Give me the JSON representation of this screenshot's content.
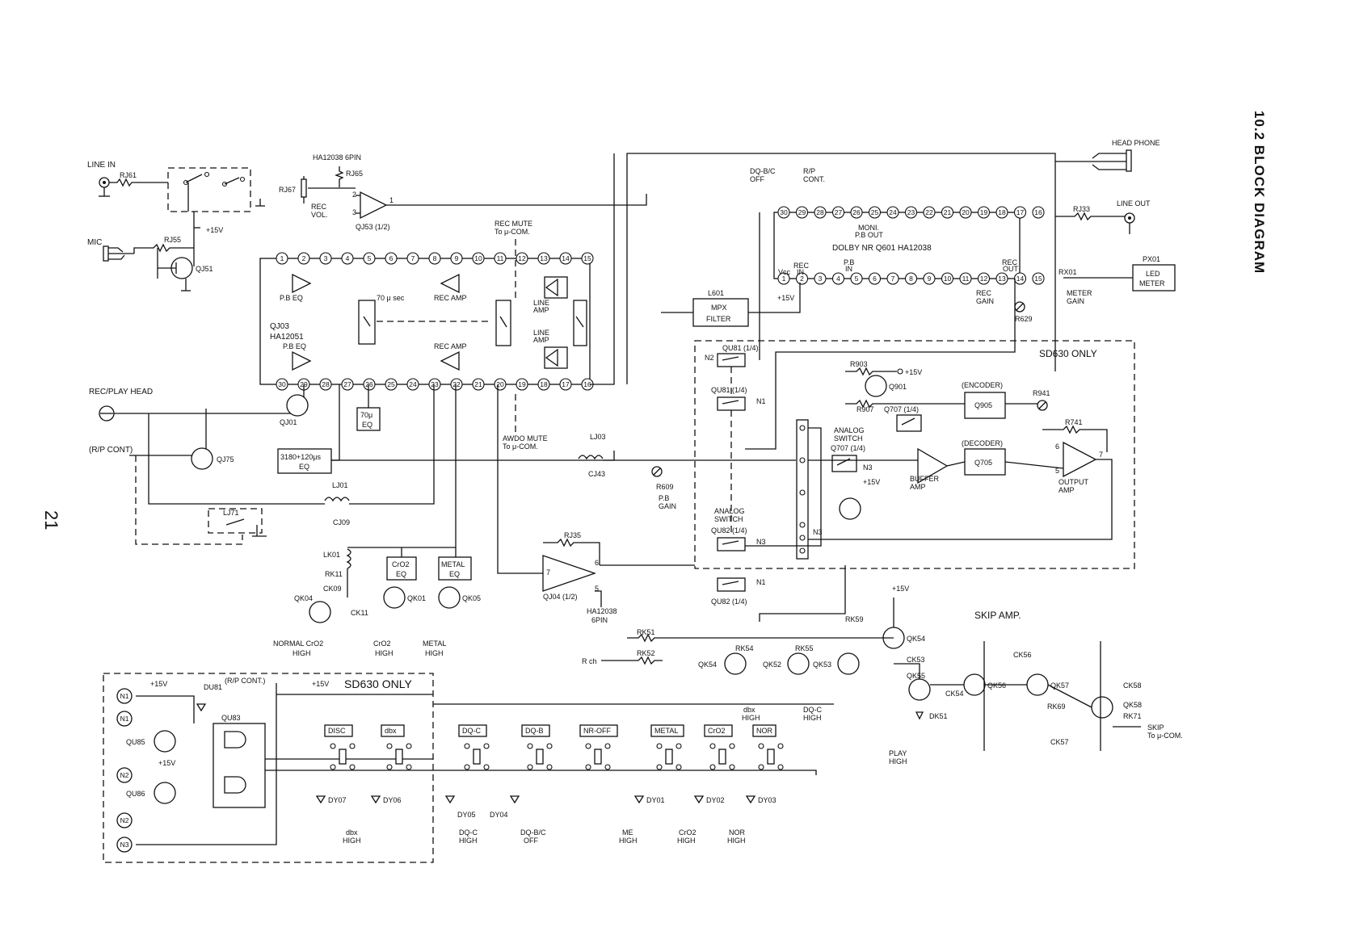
{
  "page": {
    "title": "10.2 BLOCK DIAGRAM",
    "number": "21"
  },
  "connectors": {
    "line_in": "LINE IN",
    "mic": "MIC",
    "rec_play_head": "REC/PLAY HEAD",
    "rp_cont": "(R/P CONT)",
    "head_phone": "HEAD PHONE",
    "line_out": "LINE OUT",
    "r_ch": "R ch",
    "skip": "SKIP",
    "skip_to": "To μ-COM."
  },
  "ics": {
    "qj53_part": "HA12038 6PIN",
    "qj53": "QJ53 (1/2)",
    "qj03": "QJ03",
    "qj03_part": "HA12051",
    "dolby": "DOLBY NR    Q601 HA12038",
    "qj04": "QJ04 (1/2)",
    "qj04_part": "HA12038",
    "qj04_pins": "6PIN",
    "qu83": "QU83"
  },
  "blocks": {
    "pb_eq": "P.B EQ",
    "rec_amp": "REC AMP",
    "line_amp": "LINE",
    "amp": "AMP",
    "seventy_usec": "70 μ sec",
    "seventy_u": "70μ",
    "eq": "EQ",
    "eq_3180": "3180+120μs",
    "mpx_ref": "L601",
    "mpx": "MPX",
    "filter": "FILTER",
    "px01": "PX01",
    "led": "LED",
    "meter": "METER",
    "encoder": "(ENCODER)",
    "q905": "Q905",
    "decoder": "(DECODER)",
    "q705": "Q705",
    "cro2_eq": "CrO2",
    "metal_eq": "METAL"
  },
  "notes": {
    "rec_mute": "REC MUTE",
    "to_ucom": "To μ-COM.",
    "awdo_mute": "AWDO MUTE",
    "rec_vol": "REC",
    "vol": "VOL.",
    "dq_bc": "DQ-B/C",
    "off": "OFF",
    "rp": "R/P",
    "cont": "CONT.",
    "moni": "MONI.",
    "pb_out": "P.B OUT",
    "vcc": "Vcc",
    "rec_in": "REC",
    "in": "IN",
    "pb_in": "P.B",
    "rec_out": "REC",
    "out": "OUT",
    "rec_gain": "REC",
    "gain": "GAIN",
    "meter_gain": "METER",
    "pb_gain": "P.B",
    "sd630_only": "SD630 ONLY",
    "sd630_only_2": "SD630  ONLY",
    "skip_amp": "SKIP AMP.",
    "analog": "ANALOG",
    "switch": "SWITCH",
    "buffer": "BUFFER",
    "output": "OUTPUT",
    "plus15v": "+15V",
    "rp_cont_sw": "(R/P CONT.)"
  },
  "components": {
    "rj61": "RJ61",
    "rj65": "RJ65",
    "rj67": "RJ67",
    "rj55": "RJ55",
    "qj51": "QJ51",
    "qj01": "QJ01",
    "qj75": "QJ75",
    "lj01": "LJ01",
    "cj09": "CJ09",
    "lj71": "LJ71",
    "lj03": "LJ03",
    "cj43": "CJ43",
    "r609": "R609",
    "rj35": "RJ35",
    "rj33": "RJ33",
    "rx01": "RX01",
    "r629": "R629",
    "r903": "R903",
    "r907": "R907",
    "q901": "Q901",
    "q707": "Q707 (1/4)",
    "r941": "R941",
    "r741": "R741",
    "qu81a": "QU81 (1/4)",
    "qu81b": "QU81 (1/4)",
    "qu82a": "QU82 (1/4)",
    "qu82b": "QU82 (1/4)",
    "lk01": "LK01",
    "rk11": "RK11",
    "ck09": "CK09",
    "ck11": "CK11",
    "qk04": "QK04",
    "qk01": "QK01",
    "qk05": "QK05",
    "rk51": "RK51",
    "rk52": "RK52",
    "rk54": "RK54",
    "rk55": "RK55",
    "qk54a": "QK54",
    "qk52": "QK52",
    "qk53": "QK53",
    "rk59": "RK59",
    "qk54b": "QK54",
    "ck53": "CK53",
    "qk55": "QK55",
    "ck54": "CK54",
    "dk51": "DK51",
    "qk56": "QK56",
    "ck56": "CK56",
    "qk57": "QK57",
    "rk69": "RK69",
    "ck57": "CK57",
    "ck58": "CK58",
    "qk58": "QK58",
    "rk71": "RK71",
    "du81": "DU81",
    "qu85": "QU85",
    "qu86": "QU86",
    "dy07": "DY07",
    "dy06": "DY06",
    "dy05": "DY05",
    "dy04": "DY04",
    "dy01": "DY01",
    "dy02": "DY02",
    "dy03": "DY03"
  },
  "nodes": {
    "n1": "N1",
    "n2": "N2",
    "n3": "N3"
  },
  "outputs": {
    "normal": "NORMAL CrO2",
    "high": "HIGH",
    "cro2": "CrO2",
    "metal": "METAL",
    "dbx": "dbx",
    "dqc": "DQ-C",
    "play": "PLAY"
  },
  "switches": [
    "DISC",
    "dbx",
    "DQ-C",
    "DQ-B",
    "NR-OFF",
    "METAL",
    "CrO2",
    "NOR"
  ],
  "leds": {
    "dbx": "dbx",
    "high": "HIGH",
    "dqc": "DQ-C",
    "dqbc": "DQ-B/C",
    "off": "OFF",
    "me": "ME",
    "cro2": "CrO2",
    "nor": "NOR"
  },
  "pins": {
    "qj03_top": [
      "1",
      "2",
      "3",
      "4",
      "5",
      "6",
      "7",
      "8",
      "9",
      "10",
      "11",
      "12",
      "13",
      "14",
      "15"
    ],
    "qj03_bottom": [
      "30",
      "29",
      "28",
      "27",
      "26",
      "25",
      "24",
      "23",
      "22",
      "21",
      "20",
      "19",
      "18",
      "17",
      "16"
    ],
    "dolby_top": [
      "30",
      "29",
      "28",
      "27",
      "26",
      "25",
      "24",
      "23",
      "22",
      "21",
      "20",
      "19",
      "18",
      "17",
      "16"
    ],
    "dolby_bottom": [
      "1",
      "2",
      "3",
      "4",
      "5",
      "6",
      "7",
      "8",
      "9",
      "10",
      "11",
      "12",
      "13",
      "14",
      "15"
    ]
  }
}
